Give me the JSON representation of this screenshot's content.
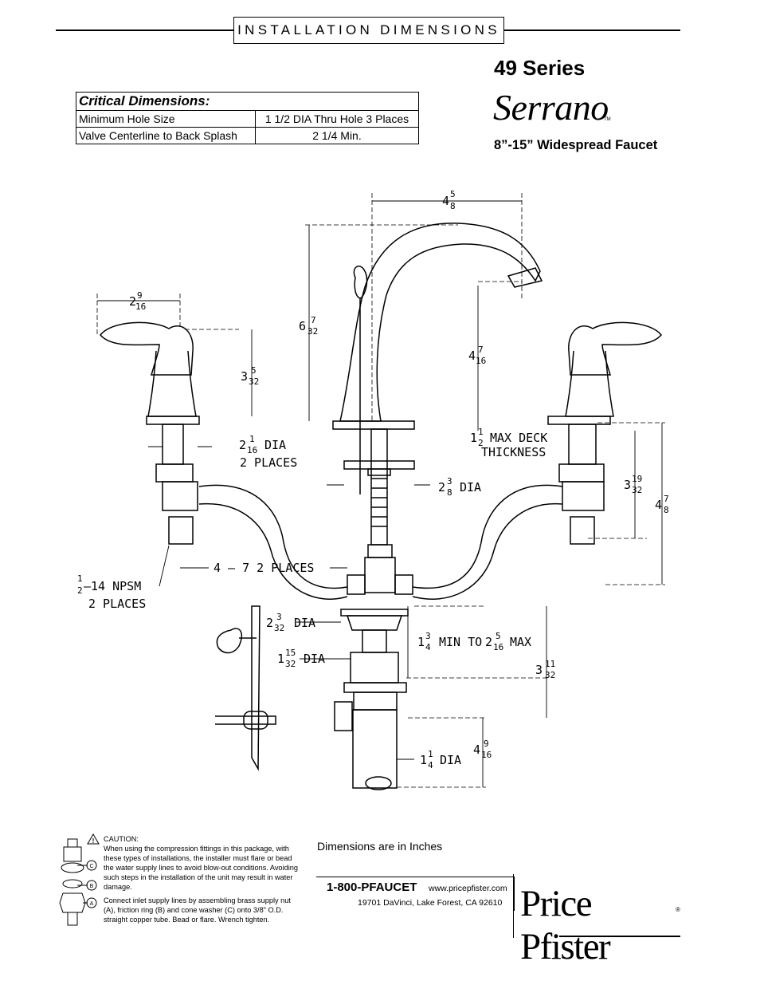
{
  "header": {
    "title": "INSTALLATION DIMENSIONS"
  },
  "product": {
    "series": "49 Series",
    "model": "Serrano",
    "trademark": "TM",
    "subtitle": "8”-15” Widespread Faucet"
  },
  "critical_dimensions": {
    "heading": "Critical Dimensions:",
    "rows": [
      {
        "label": "Minimum Hole Size",
        "value": "1 1/2 DIA Thru Hole 3 Places"
      },
      {
        "label": "Valve Centerline to Back Splash",
        "value": "2 1/4 Min."
      }
    ]
  },
  "drawing": {
    "spout_reach": {
      "whole": "4",
      "num": "5",
      "den": "8"
    },
    "handle_reach": {
      "whole": "2",
      "num": "9",
      "den": "16"
    },
    "overall_height": {
      "whole": "6",
      "num": "7",
      "den": "32"
    },
    "spout_height": {
      "whole": "4",
      "num": "7",
      "den": "16"
    },
    "handle_height": {
      "whole": "3",
      "num": "5",
      "den": "32"
    },
    "handle_valve_dia": {
      "whole": "2",
      "num": "1",
      "den": "16",
      "text1": "DIA",
      "text2": "2 PLACES"
    },
    "deck": {
      "whole": "1",
      "num": "1",
      "den": "2",
      "text1": "MAX DECK",
      "text2": "THICKNESS"
    },
    "spout_flange_dia": {
      "whole": "2",
      "num": "3",
      "den": "8",
      "text": "DIA"
    },
    "valve_body_height": {
      "whole": "3",
      "num": "19",
      "den": "32"
    },
    "valve_overall": {
      "whole": "4",
      "num": "7",
      "den": "8"
    },
    "hose_length": {
      "text": "4 – 7  2 PLACES"
    },
    "inlet_thread": {
      "num": "1",
      "den": "2",
      "text1": "–14 NPSM",
      "text2": "2 PLACES"
    },
    "drain_flange_dia": {
      "whole": "2",
      "num": "3",
      "den": "32",
      "text": "DIA"
    },
    "drain_body_dia": {
      "whole": "1",
      "num": "15",
      "den": "32",
      "text": "DIA"
    },
    "drain_range": {
      "whole1": "1",
      "num1": "3",
      "den1": "4",
      "mid": "MIN TO",
      "whole2": "2",
      "num2": "5",
      "den2": "16",
      "end": "MAX"
    },
    "drain_height": {
      "whole": "3",
      "num": "11",
      "den": "32"
    },
    "tailpiece_length": {
      "whole": "4",
      "num": "9",
      "den": "16"
    },
    "tailpiece_dia": {
      "whole": "1",
      "num": "1",
      "den": "4",
      "text": "DIA"
    },
    "callouts": [
      "C",
      "B",
      "A"
    ]
  },
  "footer": {
    "caution_title": "CAUTION:",
    "caution_text": "When using the compression fittings in this package, with these types of installations, the installer must flare or bead the water supply lines to avoid blow-out conditions. Avoiding such steps in the installation of the unit may result in water damage.",
    "connect_text": "Connect inlet supply lines by assembling brass supply nut (A), friction ring (B) and cone washer (C) onto 3/8\" O.D. straight copper tube. Bead or flare. Wrench tighten.",
    "units_note": "Dimensions are in Inches",
    "phone": "1-800-PFAUCET",
    "website": "www.pricepfister.com",
    "address": "19701 DaVinci, Lake Forest, CA  92610",
    "brand": "Price Pfister",
    "registered": "®"
  }
}
